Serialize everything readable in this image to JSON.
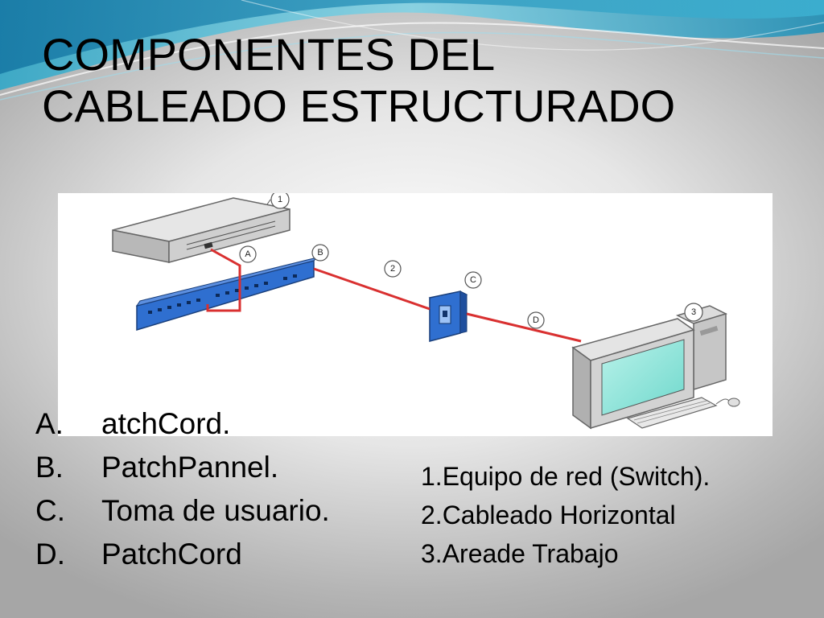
{
  "slide": {
    "title_lines": [
      "COMPONENTES DEL",
      "CABLEADO ESTRUCTURADO"
    ],
    "diagram": {
      "callouts": [
        "1",
        "A",
        "B",
        "2",
        "C",
        "D",
        "3"
      ],
      "cable_color": "#d93030",
      "panel_color": "#2f6fd0"
    },
    "letter_list": [
      {
        "marker": "A.",
        "text": "atchCord."
      },
      {
        "marker": "B.",
        "text": "PatchPannel."
      },
      {
        "marker": "C.",
        "text": "Toma de usuario."
      },
      {
        "marker": "D.",
        "text": "PatchCord"
      }
    ],
    "number_list": [
      "1.Equipo de red (Switch).",
      "2.Cableado Horizontal",
      "3.Areade Trabajo"
    ]
  }
}
